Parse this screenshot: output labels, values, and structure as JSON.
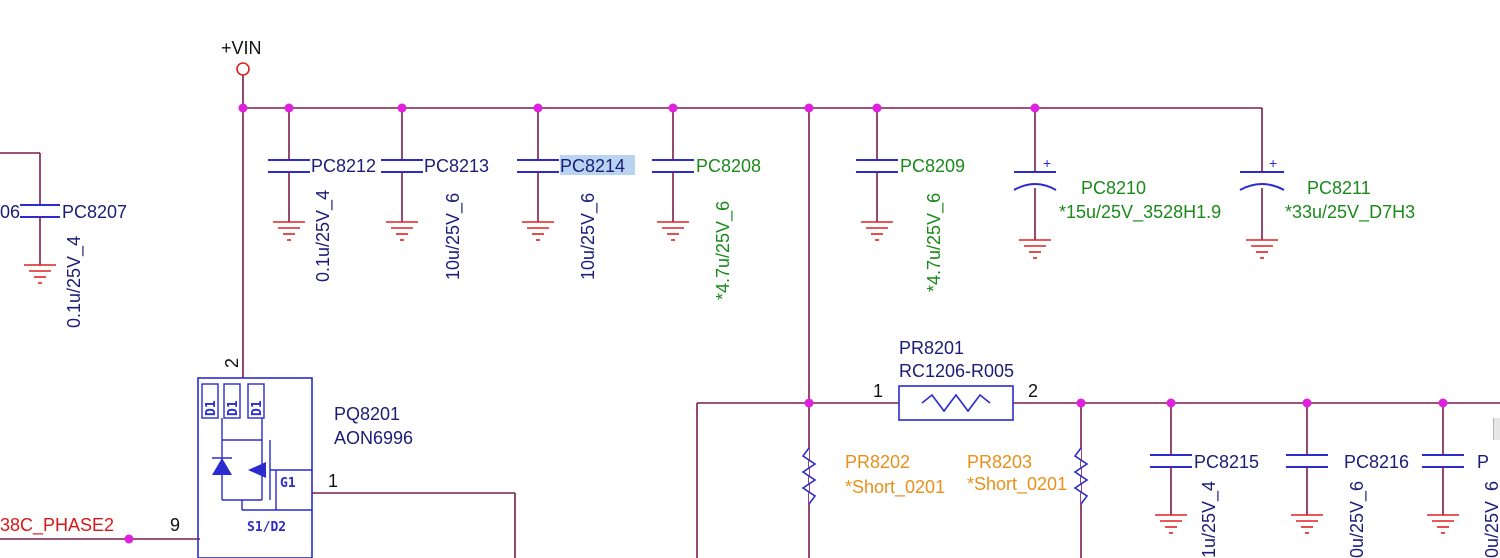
{
  "colors": {
    "wire": "#7b1c4b",
    "junction": "#e020e0",
    "symbol": "#2b2bd0",
    "ground": "#e02020",
    "ref_navy": "#1c1c78",
    "ref_green": "#1a8a1a",
    "ref_orange": "#e8901a",
    "net_red": "#d81818",
    "pin": "#111111",
    "selection": "#b8d4f0"
  },
  "power": {
    "vin_label": "+VIN"
  },
  "net": {
    "phase2_label": "38C_PHASE2",
    "phase2_pin": "9"
  },
  "pc8207": {
    "ref": "PC8207",
    "partial_value": "06",
    "value": "0.1u/25V_4"
  },
  "pc8212": {
    "ref": "PC8212",
    "value": "0.1u/25V_4"
  },
  "pc8213": {
    "ref": "PC8213",
    "value": "10u/25V_6"
  },
  "pc8214": {
    "ref": "PC8214",
    "value": "10u/25V_6",
    "selected": true
  },
  "pc8208": {
    "ref": "PC8208",
    "value": "*4.7u/25V_6"
  },
  "pc8209": {
    "ref": "PC8209",
    "value": "*4.7u/25V_6"
  },
  "pc8210": {
    "ref": "PC8210",
    "value": "*15u/25V_3528H1.9",
    "polarity": "+"
  },
  "pc8211": {
    "ref": "PC8211",
    "value": "*33u/25V_D7H3",
    "polarity": "+"
  },
  "pq8201": {
    "ref": "PQ8201",
    "value": "AON6996",
    "pin_d1": "D1",
    "pin_g1": "G1",
    "pin_s1d2": "S1/D2",
    "pin2": "2",
    "pin1": "1"
  },
  "pr8201": {
    "ref": "PR8201",
    "value": "RC1206-R005",
    "pin1": "1",
    "pin2": "2"
  },
  "pr8202": {
    "ref": "PR8202",
    "value": "*Short_0201"
  },
  "pr8203": {
    "ref": "PR8203",
    "value": "*Short_0201"
  },
  "pc8215": {
    "ref": "PC8215",
    "value": "1u/25V_4"
  },
  "pc8216": {
    "ref": "PC8216",
    "value": "0u/25V_6"
  },
  "pc_partial": {
    "ref": "P",
    "value": "0u/25V_6"
  }
}
